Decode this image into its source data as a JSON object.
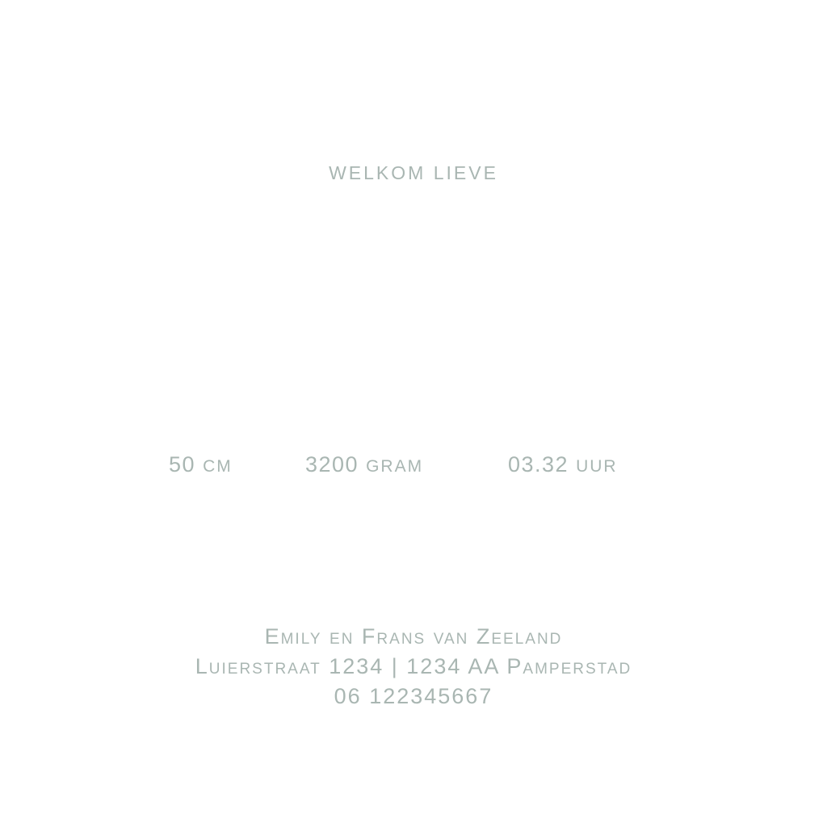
{
  "card": {
    "welcome": "welkom lieve",
    "stats": {
      "length": {
        "value": "50",
        "unit": "cm"
      },
      "weight": {
        "value": "3200",
        "unit": "gram"
      },
      "time": {
        "value": "03.32",
        "unit": "uur"
      }
    },
    "address": {
      "names": "Emily en Frans van Zeeland",
      "street": "Luierstraat 1234 | 1234 AA Pamperstad",
      "phone": "06 122345667"
    },
    "colors": {
      "text": "#a9b6b2",
      "background": "#ffffff"
    }
  }
}
